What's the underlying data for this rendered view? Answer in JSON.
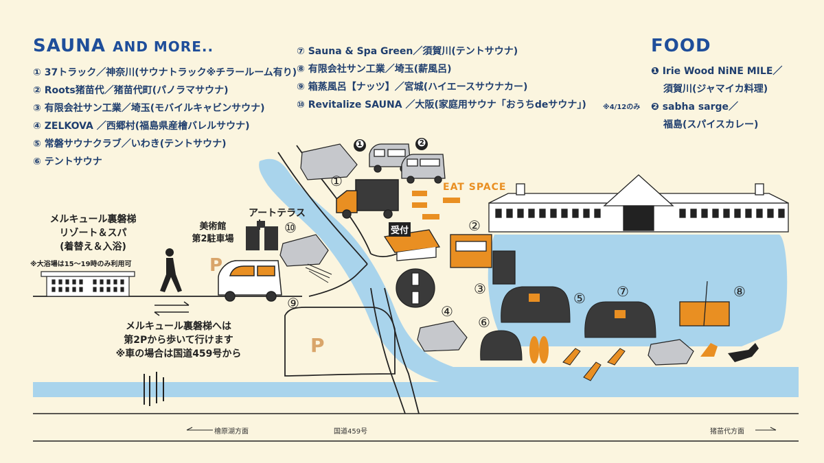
{
  "sauna": {
    "heading": "SAUNA",
    "heading_suffix": "AND MORE..",
    "items": [
      "① 37トラック／神奈川(サウナトラック※チラールーム有り)",
      "② Roots猪苗代／猪苗代町(パノラマサウナ)",
      "③ 有限会社サン工業／埼玉(モバイルキャビンサウナ)",
      "④ ZELKOVA ／西郷村(福島県産檜バレルサウナ)",
      "⑤ 常磐サウナクラブ／いわき(テントサウナ)",
      "⑥ テントサウナ",
      "⑦ Sauna & Spa Green／須賀川(テントサウナ)",
      "⑧ 有限会社サン工業／埼玉(薪風呂)",
      "⑨ 箱蒸風呂【ナッツ】／宮城(ハイエースサウナカー)",
      "⑩ Revitalize SAUNA ／大阪(家庭用サウナ「おうちdeサウナ」)"
    ],
    "note_10": "※4/12のみ"
  },
  "food": {
    "heading": "FOOD",
    "item1_line1": "❶ Irie Wood NiNE MILE／",
    "item1_line2": "須賀川(ジャマイカ料理)",
    "item2_line1": "❷ sabha sarge／",
    "item2_line2": "福島(スパイスカレー)"
  },
  "map": {
    "resort_lines": [
      "メルキュール裏磐梯",
      "リゾート＆スパ",
      "(着替え＆入浴)"
    ],
    "resort_note": "※大浴場は15～19時のみ利用可",
    "museum_lines": [
      "美術館",
      "第2駐車場"
    ],
    "art_terrace": "アートテラス",
    "eat_space": "EAT SPACE",
    "reception": "受付",
    "walk_lines": [
      "メルキュール裏磐梯へは",
      "第2Pから歩いて行けます",
      "※車の場合は国道459号から"
    ],
    "parking": "P",
    "markers": {
      "m1": "①",
      "m2": "②",
      "m3": "③",
      "m4": "④",
      "m5": "⑤",
      "m6": "⑥",
      "m7": "⑦",
      "m8": "⑧",
      "m9": "⑨",
      "m10": "⑩",
      "f1": "❶",
      "f2": "❷"
    },
    "road_left": "檜原湖方面",
    "road_center": "国道459号",
    "road_right": "猪苗代方面"
  },
  "colors": {
    "blue": "#1f4e9a",
    "water": "#a9d4ec",
    "orange": "#e98f22",
    "dark": "#3a3a3a",
    "bg": "#fbf5df"
  }
}
